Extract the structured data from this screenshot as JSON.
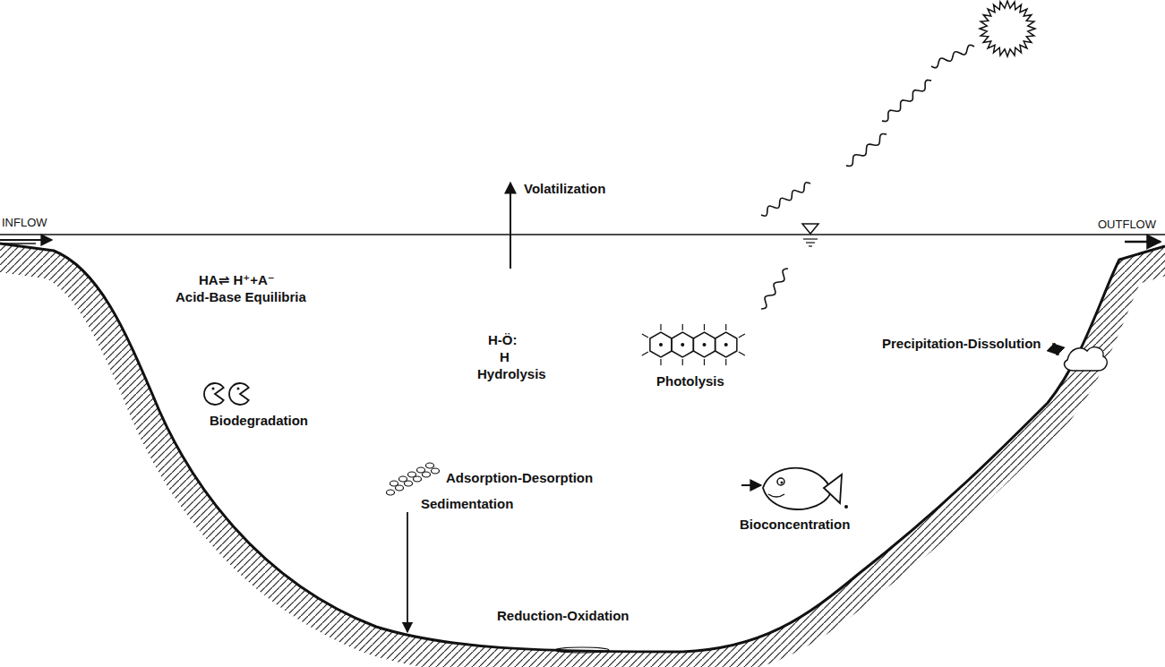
{
  "diagram": {
    "labels": [
      "INFLOW",
      "OUTFLOW",
      "Volatilization",
      "HA⇌ H⁺+A⁻",
      "Acid-Base Equilibria",
      "H-Ö:",
      "H",
      "Hydrolysis",
      "Biodegradation",
      "Photolysis",
      "Precipitation-Dissolution",
      "Adsorption-Desorption",
      "Sedimentation",
      "Bioconcentration",
      "Reduction-Oxidation"
    ]
  }
}
